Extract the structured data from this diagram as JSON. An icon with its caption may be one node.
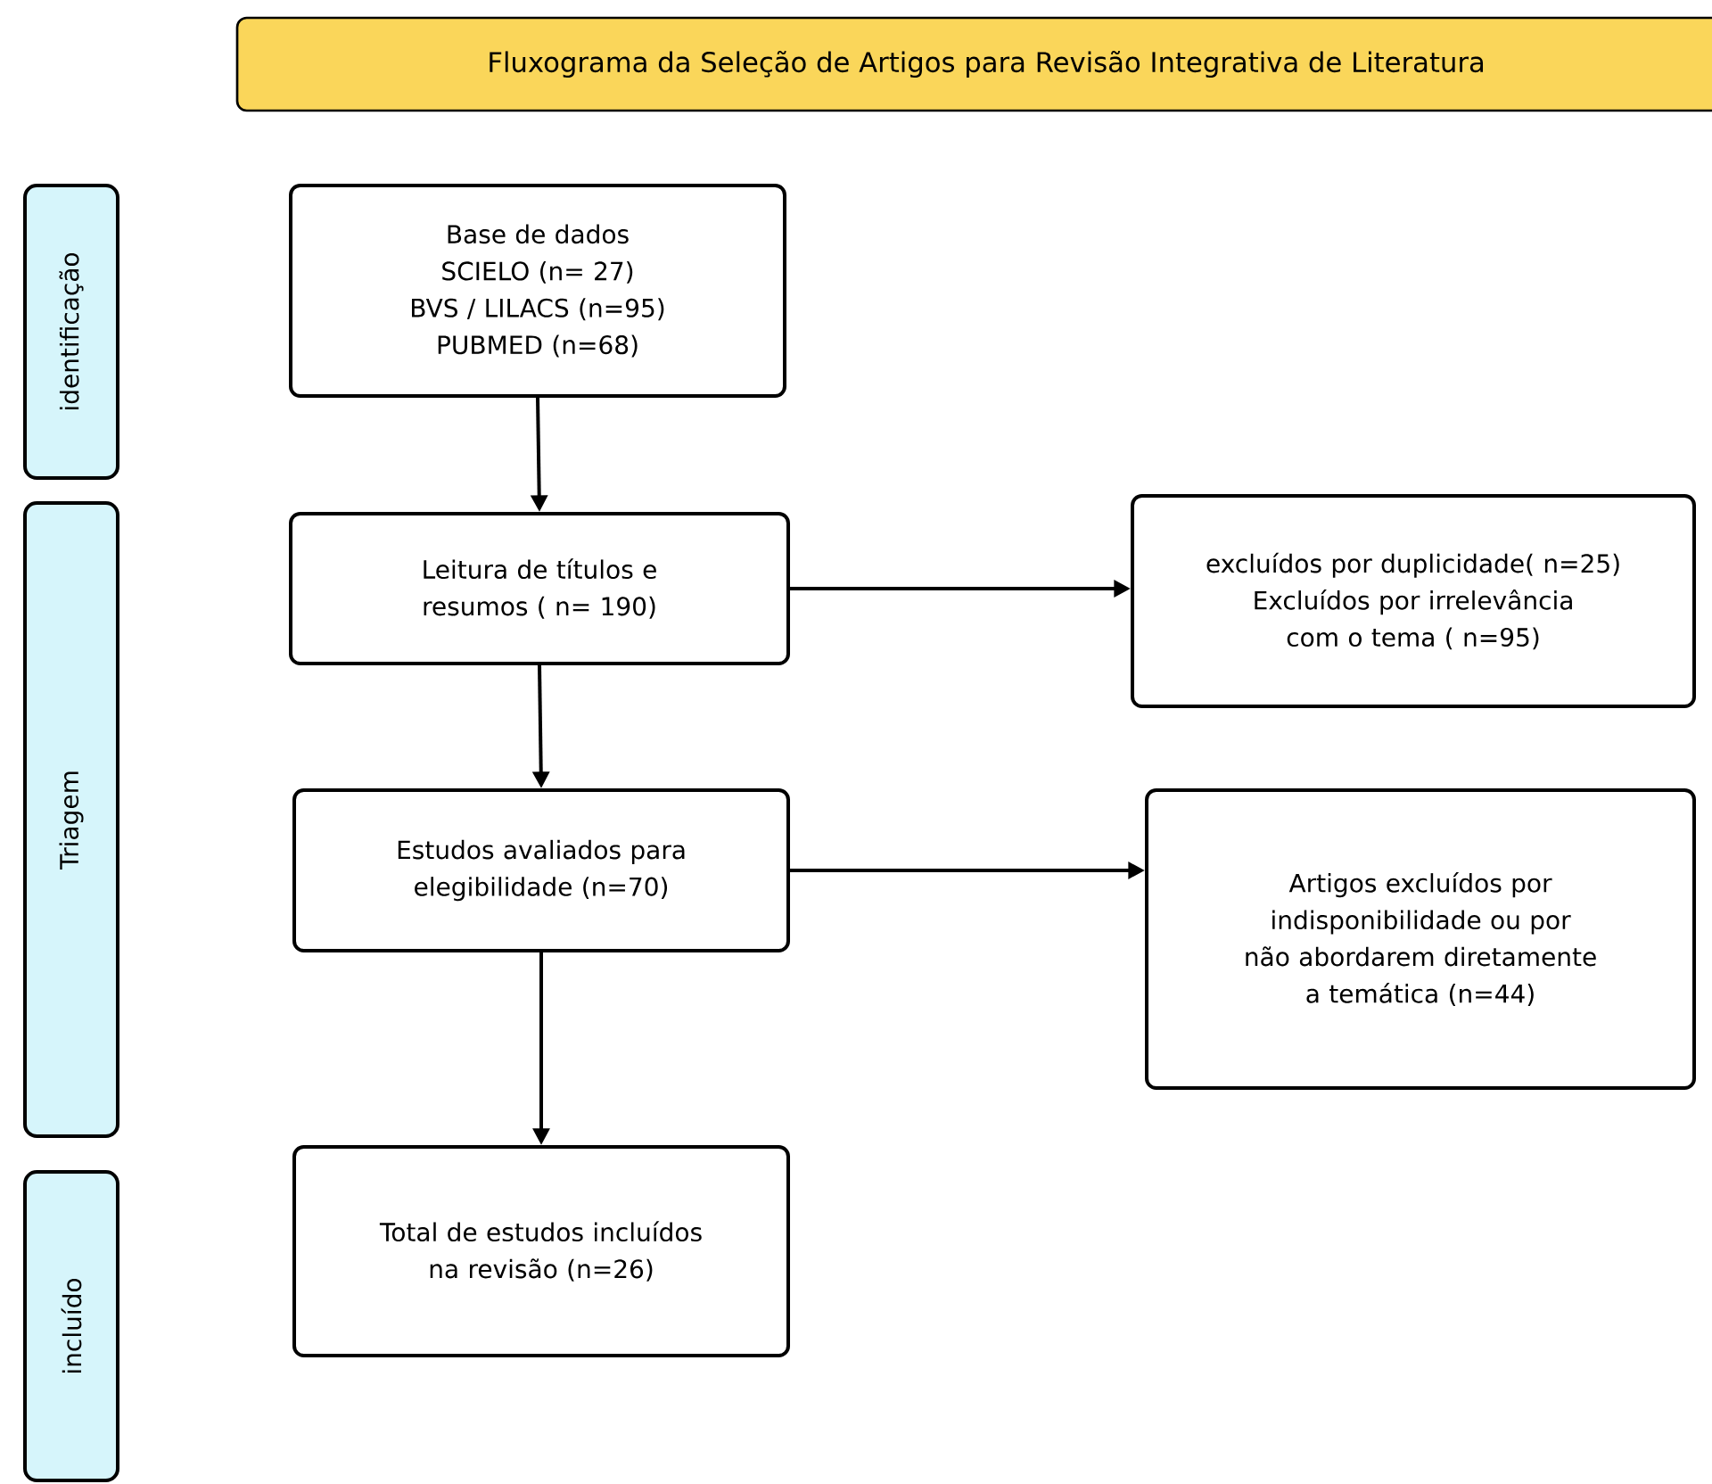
{
  "diagram": {
    "title": "Fluxograma da Seleção de Artigos para Revisão Integrativa de Literatura",
    "nodes": [
      {
        "text": [
          "identificação"
        ]
      },
      {
        "text": [
          "Triagem"
        ]
      },
      {
        "text": [
          "incluído"
        ]
      },
      {
        "text": [
          "Base de dados",
          "SCIELO (n= 27)",
          "BVS / LILACS (n=95)",
          "PUBMED (n=68)"
        ]
      },
      {
        "text": [
          "Leitura de títulos e resumos ( n= 190)"
        ]
      },
      {
        "text": [
          "excluídos por duplicidade(  n=25)",
          "Excluídos por irrelevância com o tema  ( n=95)"
        ]
      },
      {
        "text": [
          "Estudos avaliados para elegibilidade (n=70)"
        ]
      },
      {
        "text": [
          "Artigos excluídos por indisponibilidade ou por não abordarem diretamente a temática (n=44)"
        ]
      },
      {
        "text": [
          "Total de estudos incluídos na revisão (n=26)"
        ]
      }
    ],
    "edges": [
      {
        "from": 3,
        "to": 4,
        "arrow": "to"
      },
      {
        "from": 4,
        "to": 5,
        "arrow": "to"
      },
      {
        "from": 4,
        "to": 6,
        "arrow": "to"
      },
      {
        "from": 6,
        "to": 7,
        "arrow": "to"
      },
      {
        "from": 6,
        "to": 8,
        "arrow": "to"
      }
    ]
  }
}
